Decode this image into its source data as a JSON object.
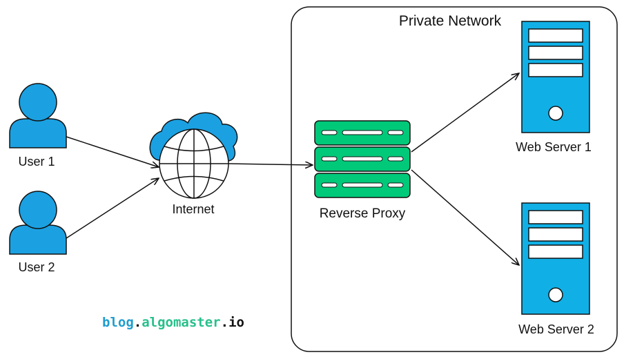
{
  "colors": {
    "user": "#1ba1e2",
    "server": "#10b0e6",
    "proxy": "#00c97a",
    "cloud": "#1ba1e2",
    "stroke": "#111111",
    "brand_blue": "#1f9ecf",
    "brand_green": "#27c08a"
  },
  "nodes": {
    "user1": {
      "label": "User 1",
      "icon": "user-icon"
    },
    "user2": {
      "label": "User 2",
      "icon": "user-icon"
    },
    "internet": {
      "label": "Internet",
      "icon": "cloud-globe-icon"
    },
    "proxy": {
      "label": "Reverse Proxy",
      "icon": "server-rack-icon"
    },
    "server1": {
      "label": "Web Server 1",
      "icon": "server-tower-icon"
    },
    "server2": {
      "label": "Web Server 2",
      "icon": "server-tower-icon"
    }
  },
  "group": {
    "label": "Private Network"
  },
  "edges": [
    {
      "from": "user1",
      "to": "internet"
    },
    {
      "from": "user2",
      "to": "internet"
    },
    {
      "from": "internet",
      "to": "proxy"
    },
    {
      "from": "proxy",
      "to": "server1"
    },
    {
      "from": "proxy",
      "to": "server2"
    }
  ],
  "brand": {
    "part1": "blog",
    "dot1": ".",
    "part2": "algomaster",
    "dot2": ".",
    "part3": "io"
  }
}
